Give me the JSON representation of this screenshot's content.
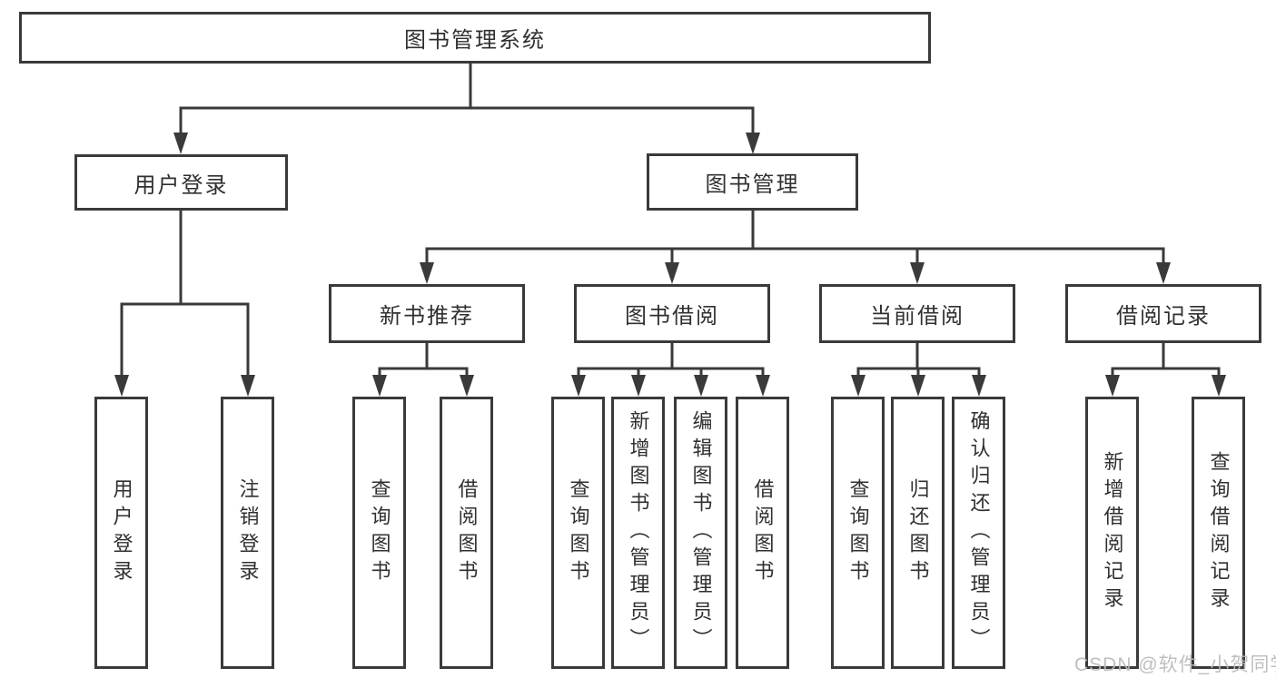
{
  "diagram_title": "图书管理系统",
  "tree": {
    "root": {
      "label": "图书管理系统",
      "children": [
        {
          "label": "用户登录",
          "children": [
            {
              "label": "用户登录"
            },
            {
              "label": "注销登录"
            }
          ]
        },
        {
          "label": "图书管理",
          "children": [
            {
              "label": "新书推荐",
              "children": [
                {
                  "label": "查询图书"
                },
                {
                  "label": "借阅图书"
                }
              ]
            },
            {
              "label": "图书借阅",
              "children": [
                {
                  "label": "查询图书"
                },
                {
                  "label": "新增图书（管理员）"
                },
                {
                  "label": "编辑图书（管理员）"
                },
                {
                  "label": "借阅图书"
                }
              ]
            },
            {
              "label": "当前借阅",
              "children": [
                {
                  "label": "查询图书"
                },
                {
                  "label": "归还图书"
                },
                {
                  "label": "确认归还（管理员）"
                }
              ]
            },
            {
              "label": "借阅记录",
              "children": [
                {
                  "label": "新增借阅记录"
                },
                {
                  "label": "查询借阅记录"
                }
              ]
            }
          ]
        }
      ]
    }
  },
  "watermark": {
    "text": "CSDN @软件_小贺同学"
  },
  "colors": {
    "line": "#3a3a3a",
    "box_border": "#3a3a3a",
    "text": "#303030",
    "background": "#ffffff",
    "watermark": "#bbb8b8"
  }
}
